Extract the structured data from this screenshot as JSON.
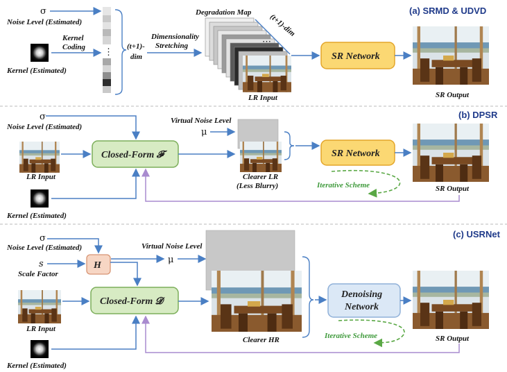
{
  "sections": {
    "a": "(a) SRMD & UDVD",
    "b": "(b) DPSR",
    "c": "(c) USRNet"
  },
  "symbols": {
    "sigma": "σ",
    "mu": "μ",
    "s": "s",
    "H": "H",
    "dots": "⋮",
    "hdots": "⋯"
  },
  "a": {
    "noise_level": "Noise Level (Estimated)",
    "kernel_coding_1": "Kernel",
    "kernel_coding_2": "Coding",
    "kernel": "Kernel (Estimated)",
    "dim_1": "(t+1)-",
    "dim_2": "dim",
    "dim_stretch_1": "Dimensionality",
    "dim_stretch_2": "Stretching",
    "degradation_map": "Degradation Map",
    "dim_diag": "(t+1)-dim",
    "lr_input": "LR Input",
    "sr_network": "SR Network",
    "sr_output": "SR Output"
  },
  "b": {
    "noise_level": "Noise Level (Estimated)",
    "virtual_noise": "Virtual Noise Level",
    "lr_input": "LR Input",
    "closed_form": "Closed-Form 𝓕",
    "clearer_lr_1": "Clearer LR",
    "clearer_lr_2": "(Less Blurry)",
    "sr_network": "SR Network",
    "iterative": "Iterative Scheme",
    "sr_output": "SR Output",
    "kernel": "Kernel (Estimated)"
  },
  "c": {
    "noise_level": "Noise Level (Estimated)",
    "scale_factor": "Scale Factor",
    "virtual_noise": "Virtual Noise Level",
    "lr_input": "LR Input",
    "closed_form": "Closed-Form 𝓓",
    "clearer_hr": "Clearer HR",
    "denoising_1": "Denoising",
    "denoising_2": "Network",
    "iterative": "Iterative Scheme",
    "sr_output": "SR Output",
    "kernel": "Kernel (Estimated)"
  },
  "colors": {
    "arrow": "#4a7fc4",
    "orange_fill": "#fbd873",
    "orange_stroke": "#e3a52a",
    "green_fill": "#d7ebc3",
    "green_stroke": "#7cae5a",
    "blue_fill": "#dbe8f6",
    "blue_stroke": "#8fb0d8",
    "pink_fill": "#f7d6c4",
    "pink_stroke": "#d79473",
    "purple": "#a98bcf",
    "dash_green": "#5aa845",
    "section_title": "#1f3a8a"
  }
}
